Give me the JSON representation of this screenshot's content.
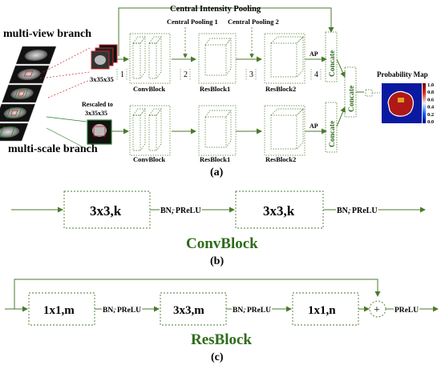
{
  "panel_a": {
    "multi_view_branch": "multi-view branch",
    "multi_scale_branch": "multi-scale branch",
    "central_intensity_pooling": "Central Intensity Pooling",
    "central_pooling_1": "Central Pooling 1",
    "central_pooling_2": "Central Pooling 2",
    "patch_size_top": "3x35x35",
    "rescaled_line1": "Rescaled to",
    "rescaled_line2": "3x35x35",
    "step_1": "1",
    "step_2": "2",
    "step_3": "3",
    "step_4": "4",
    "convblock": "ConvBlock",
    "resblock1": "ResBlock1",
    "resblock2": "ResBlock2",
    "ap": "AP",
    "concat": "Concate",
    "probability_map": "Probability Map",
    "colorbar_ticks": [
      "1.0",
      "0.8",
      "0.6",
      "0.4",
      "0.2",
      "0.0"
    ],
    "caption": "(a)"
  },
  "panel_b": {
    "block1": "3x3,k",
    "block2": "3x3,k",
    "act1": "BN, PReLU",
    "act2": "BN, PReLU",
    "title": "ConvBlock",
    "caption": "(b)"
  },
  "panel_c": {
    "block1": "1x1,m",
    "block2": "3x3,m",
    "block3": "1x1,n",
    "act1": "BN, PReLU",
    "act2": "BN, PReLU",
    "act3": "PReLU",
    "plus": "+",
    "title": "ResBlock",
    "caption": "(c)"
  },
  "colors": {
    "line": "#4a7a2c",
    "title": "#2e6b1a",
    "patch_red": "#c62828",
    "patch_green": "#2e7d32"
  }
}
